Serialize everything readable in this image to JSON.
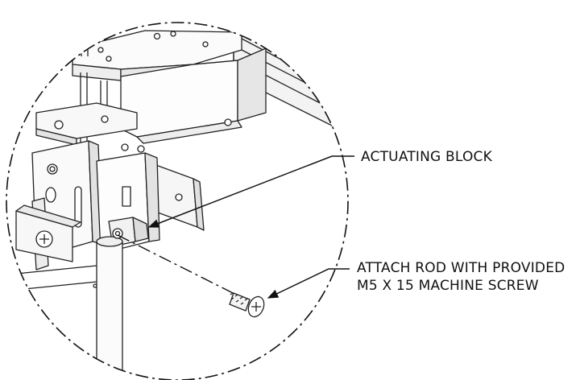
{
  "callouts": {
    "actuating_block": "ACTUATING BLOCK",
    "attach_rod_line1": "ATTACH ROD WITH PROVIDED",
    "attach_rod_line2": "M5 X 15 MACHINE SCREW"
  }
}
